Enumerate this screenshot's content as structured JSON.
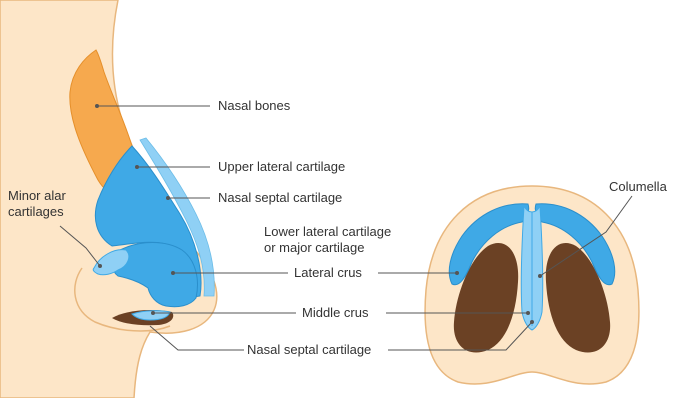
{
  "colors": {
    "skin": "#fde6c8",
    "skin_outline": "#e8b77e",
    "bone": "#f6a94e",
    "bone_dark": "#e58f2a",
    "cartilage": "#3fa9e6",
    "cartilage_light": "#8fd0f5",
    "cavity": "#6b4124",
    "leader": "#555555"
  },
  "labels": {
    "nasal_bones": "Nasal bones",
    "upper_lateral_cartilage": "Upper lateral cartilage",
    "nasal_septal_cartilage_upper": "Nasal septal cartilage",
    "minor_alar_line1": "Minor alar",
    "minor_alar_line2": "cartilages",
    "lower_lateral_line1": "Lower lateral cartilage",
    "lower_lateral_line2": "or major cartilage",
    "lateral_crus": "Lateral crus",
    "middle_crus": "Middle crus",
    "nasal_septal_cartilage_lower": "Nasal septal cartilage",
    "columella": "Columella"
  }
}
